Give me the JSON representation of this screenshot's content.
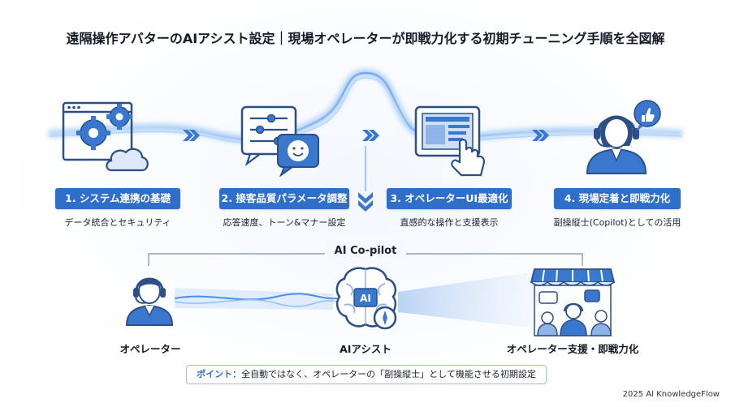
{
  "title": "遠隔操作アバターのAIアシスト設定｜現場オペレーターが即戦力化する初期チューニング手順を全図解",
  "steps": [
    {
      "label": "1. システム連携の基礎",
      "desc": "データ統合とセキュリティ",
      "icon": "settings-cloud-icon"
    },
    {
      "label": "2. 接客品質パラメータ調整",
      "desc": "応答速度、トーン&マナー設定",
      "icon": "chat-sliders-icon"
    },
    {
      "label": "3. オペレーターUI最適化",
      "desc": "直感的な操作と支援表示",
      "icon": "tablet-touch-icon"
    },
    {
      "label": "4. 現場定着と即戦力化",
      "desc": "副操縦士(Copilot)としての活用",
      "icon": "operator-thumbs-up-icon"
    }
  ],
  "copilot": {
    "title": "AI Co-pilot",
    "operator_label": "オペレーター",
    "ai_label": "AIアシスト",
    "result_label": "オペレーター支援・即戦力化",
    "ai_badge": "AI"
  },
  "note": {
    "prefix": "ポイント：",
    "text": "全自動ではなく、オペレーターの「副操縦士」として機能させる初期設定"
  },
  "footer": "2025 AI KnowledgeFlow",
  "colors": {
    "accent": "#2f6fca",
    "flow": "#7fb3f0",
    "icon_fill": "#3a78d0"
  }
}
